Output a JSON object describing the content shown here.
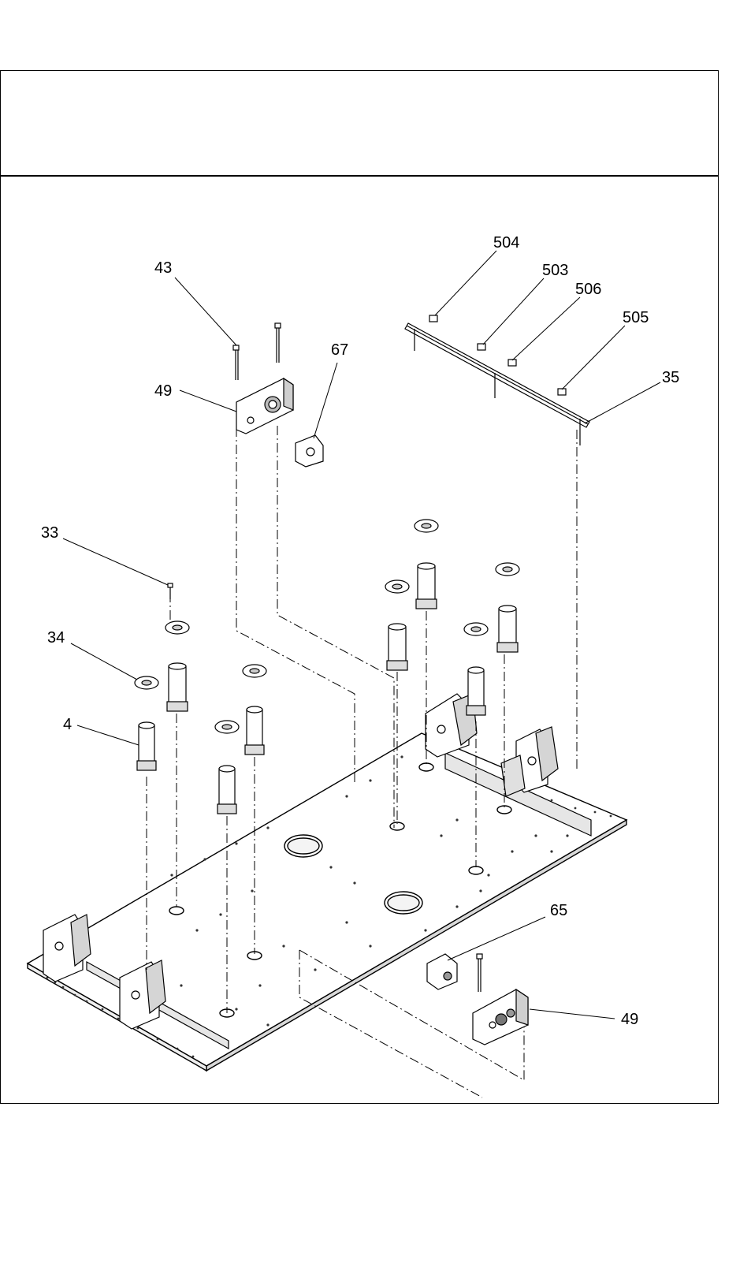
{
  "header": {
    "title": ""
  },
  "callouts": {
    "c43": "43",
    "c49a": "49",
    "c67": "67",
    "c504": "504",
    "c503": "503",
    "c506": "506",
    "c505": "505",
    "c35": "35",
    "c33": "33",
    "c34": "34",
    "c4": "4",
    "c65": "65",
    "c49b": "49"
  },
  "colors": {
    "line": "#000000",
    "part_fill": "#ffffff",
    "shade": "#bdbdbd"
  }
}
